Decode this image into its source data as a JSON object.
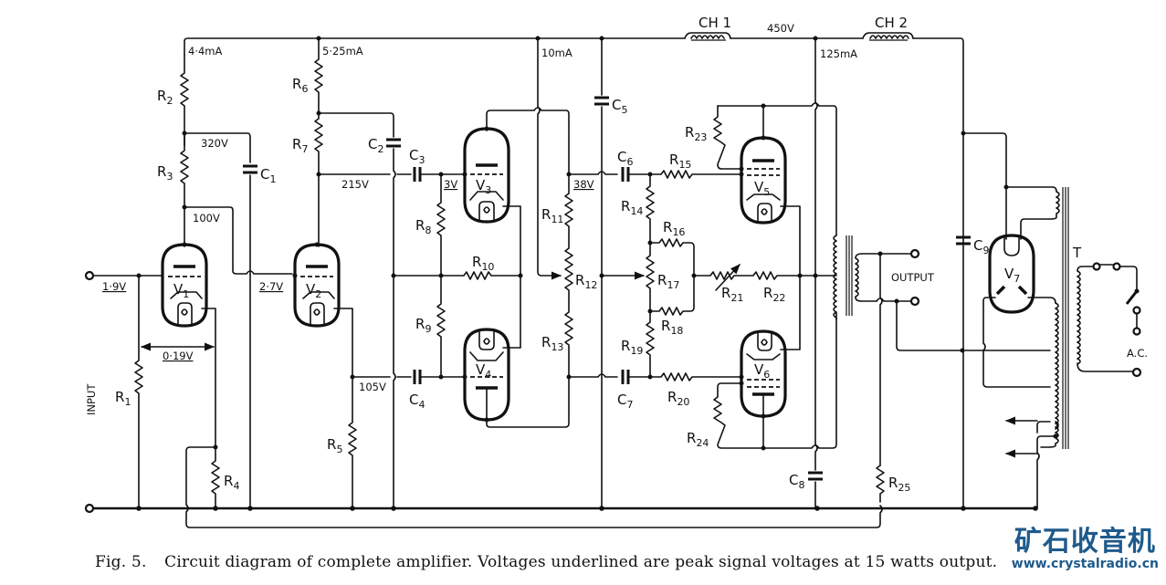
{
  "figure": {
    "caption_fig": "Fig. 5.",
    "caption_text": "Circuit diagram of complete amplifier.  Voltages underlined are peak signal voltages at 15 watts output."
  },
  "watermark": {
    "site_name": "矿石收音机",
    "url": "www.crystalradio.cn",
    "color": "#1e5a8c"
  },
  "labels": {
    "input": "INPUT",
    "output": "OUTPUT",
    "ac": "A.C.",
    "transformer": "T",
    "ch1": "CH 1",
    "ch2": "CH 2"
  },
  "currents": {
    "v1_branch": "4·4mA",
    "v2_branch": "5·25mA",
    "phase_splitter": "10mA",
    "output_stage": "125mA"
  },
  "voltages": {
    "hv_supply": "450V",
    "r2_r3_junction": "320V",
    "v1_anode": "100V",
    "v2_decoupled": "215V",
    "v2_cathode": "105V",
    "input_signal": "1·9V",
    "v1_feedback": "0·19V",
    "v2_grid": "2·7V",
    "v3_grid": "3V",
    "v3_anode_out": "38V"
  },
  "underlined_voltages": [
    "1·9V",
    "0·19V",
    "2·7V",
    "3V",
    "38V"
  ],
  "components": {
    "resistors": [
      "R1",
      "R2",
      "R3",
      "R4",
      "R5",
      "R6",
      "R7",
      "R8",
      "R9",
      "R10",
      "R11",
      "R12",
      "R13",
      "R14",
      "R15",
      "R16",
      "R17",
      "R18",
      "R19",
      "R20",
      "R21",
      "R22",
      "R23",
      "R24",
      "R25"
    ],
    "capacitors": [
      "C1",
      "C2",
      "C3",
      "C4",
      "C5",
      "C6",
      "C7",
      "C8",
      "C9"
    ],
    "valves": [
      "V1",
      "V2",
      "V3",
      "V4",
      "V5",
      "V6",
      "V7"
    ],
    "chokes": [
      "CH1",
      "CH2"
    ]
  }
}
